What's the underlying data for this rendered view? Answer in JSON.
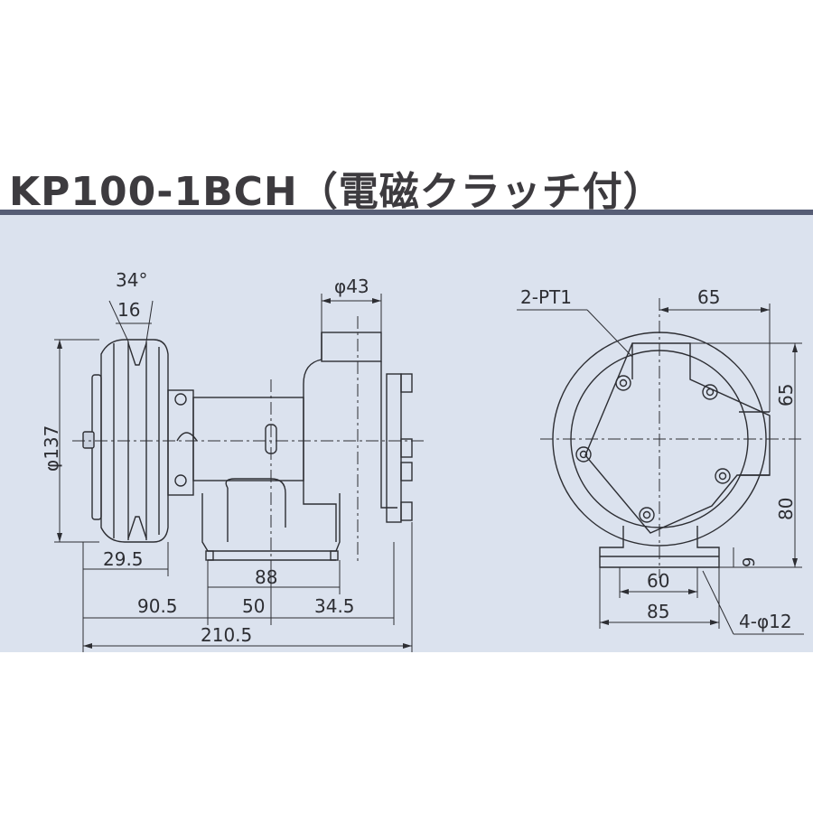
{
  "title": "KP100-1BCH（電磁クラッチ付）",
  "colors": {
    "panel": "#dbe2ee",
    "rule": "#565d75",
    "ink": "#2d2e33",
    "paper": "#ffffff"
  },
  "side_view": {
    "dims": {
      "angle": "34°",
      "groove": "16",
      "pulley_dia": "φ137",
      "outlet_dia": "φ43",
      "d_295": "29.5",
      "d_88": "88",
      "d_905": "90.5",
      "d_50": "50",
      "d_345": "34.5",
      "d_2105": "210.5"
    }
  },
  "front_view": {
    "dims": {
      "port": "2-PT1",
      "d_65_h": "65",
      "d_65_v": "65",
      "d_80": "80",
      "d_9": "9",
      "d_60": "60",
      "d_85": "85",
      "holes": "4-φ12"
    }
  }
}
